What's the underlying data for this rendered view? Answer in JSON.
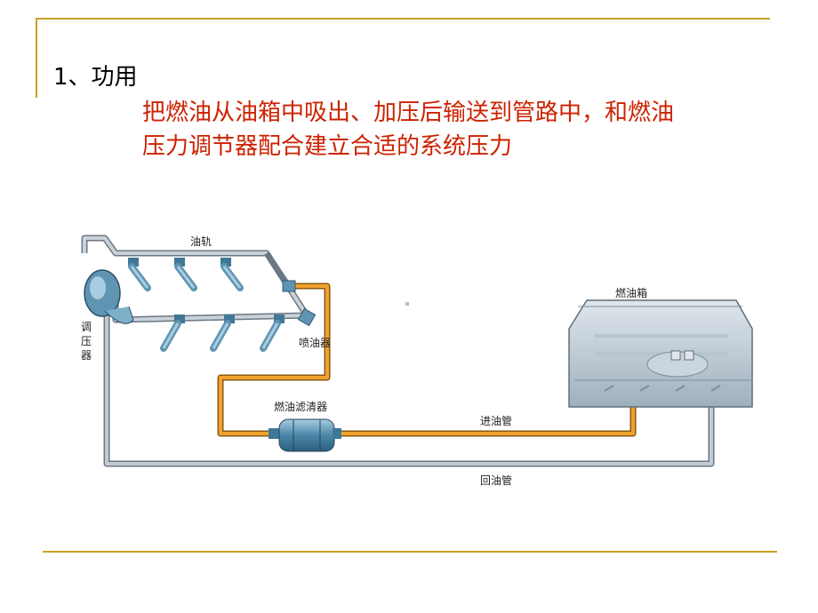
{
  "slide": {
    "heading": "1、功用",
    "body_lines": [
      "把燃油从油箱中吸出、加压后输送到管路中，和燃油",
      "压力调节器配合建立合适的系统压力"
    ]
  },
  "diagram": {
    "labels": {
      "fuel_rail": "油轨",
      "injector": "喷油器",
      "regulator": [
        "调",
        "压",
        "器"
      ],
      "fuel_filter": "燃油滤清器",
      "fuel_tank": "燃油箱",
      "supply_pipe": "进油管",
      "return_pipe": "回油管"
    },
    "colors": {
      "supply_line": "#f0a22e",
      "return_line": "#9aa7b3",
      "component_body": "#6fa6c2",
      "frame_accent": "#c9a227",
      "body_text": "#cc2200"
    }
  }
}
